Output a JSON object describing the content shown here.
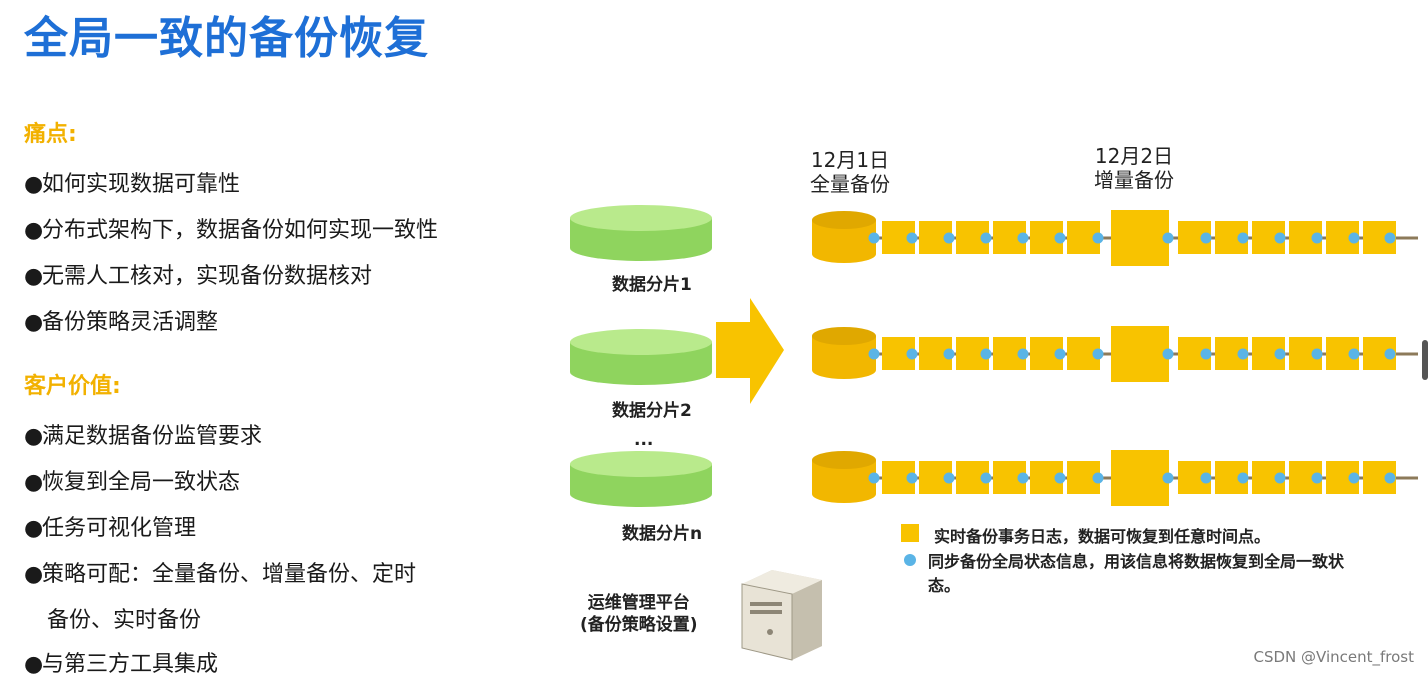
{
  "title": "全局一致的备份恢复",
  "pain_points": {
    "heading": "痛点:",
    "items": [
      "如何实现数据可靠性",
      "分布式架构下，数据备份如何实现一致性",
      "无需人工核对，实现备份数据核对",
      "备份策略灵活调整"
    ]
  },
  "customer_value": {
    "heading": "客户价值:",
    "items": [
      "满足数据备份监管要求",
      "恢复到全局一致状态",
      "任务可视化管理",
      "策略可配：全量备份、增量备份、定时",
      "备份、实时备份",
      "与第三方工具集成"
    ]
  },
  "bullet_glyph": "●",
  "shards": [
    "数据分片1",
    "数据分片2",
    "数据分片n"
  ],
  "ellipsis": "...",
  "timeline": {
    "day1_date": "12月1日",
    "day1_type": "全量备份",
    "day2_date": "12月2日",
    "day2_type": "增量备份"
  },
  "legend": {
    "square_text": "实时备份事务日志，数据可恢复到任意时间点。",
    "dot_text_line1": "同步备份全局状态信息，用该信息将数据恢复到全局一致状",
    "dot_text_line2": "态。"
  },
  "ops": {
    "line1": "运维管理平台",
    "line2": "(备份策略设置)"
  },
  "watermark": "CSDN @Vincent_frost",
  "colors": {
    "title": "#1e6fd6",
    "heading": "#f2b100",
    "shard_green": "#9edb72",
    "log_yellow": "#f8c300",
    "dot_blue": "#5ab4e6"
  }
}
